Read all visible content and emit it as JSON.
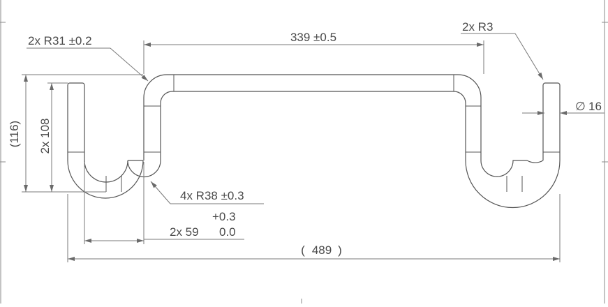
{
  "drawing": {
    "dimensions": {
      "bend_radius_top": "2x R31 ±0.2",
      "straight_length": "339 ±0.5",
      "end_radius": "2x R3",
      "diameter_symbol": "∅",
      "diameter_value": "16",
      "overall_height": "(116)",
      "leg_height": "2x 108",
      "bend_radius_bottom": "4x R38 ±0.3",
      "offset_upper_tol": "+0.3",
      "offset_label": "2x 59",
      "offset_lower_tol": "0.0",
      "overall_width_open": "(",
      "overall_width": "489",
      "overall_width_close": ")"
    }
  }
}
